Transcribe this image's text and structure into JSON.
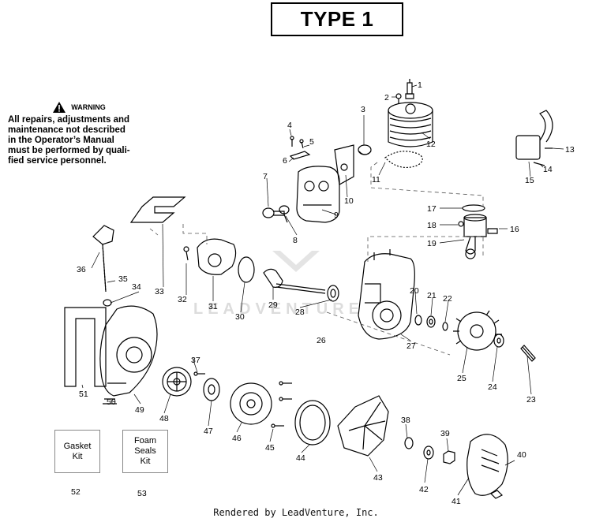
{
  "title": "TYPE 1",
  "warning": {
    "heading": "WARNING",
    "lines": [
      "All repairs, adjustments and",
      "maintenance not described",
      "in the Operator’s Manual",
      "must be performed by quali-",
      "fied  service personnel."
    ]
  },
  "kits": [
    {
      "label": "Gasket\nKit",
      "number": "52"
    },
    {
      "label": "Foam\nSeals\nKit",
      "number": "53"
    }
  ],
  "watermark": "LEADVENTURE",
  "footer": "Rendered by LeadVenture, Inc.",
  "part_numbers": [
    "1",
    "2",
    "3",
    "4",
    "5",
    "6",
    "7",
    "8",
    "9",
    "10",
    "11",
    "12",
    "13",
    "14",
    "15",
    "16",
    "17",
    "18",
    "19",
    "20",
    "21",
    "22",
    "23",
    "24",
    "25",
    "26",
    "27",
    "28",
    "29",
    "30",
    "31",
    "32",
    "33",
    "34",
    "35",
    "36",
    "37",
    "38",
    "39",
    "40",
    "41",
    "42",
    "43",
    "44",
    "45",
    "46",
    "47",
    "48",
    "49",
    "50",
    "51"
  ]
}
